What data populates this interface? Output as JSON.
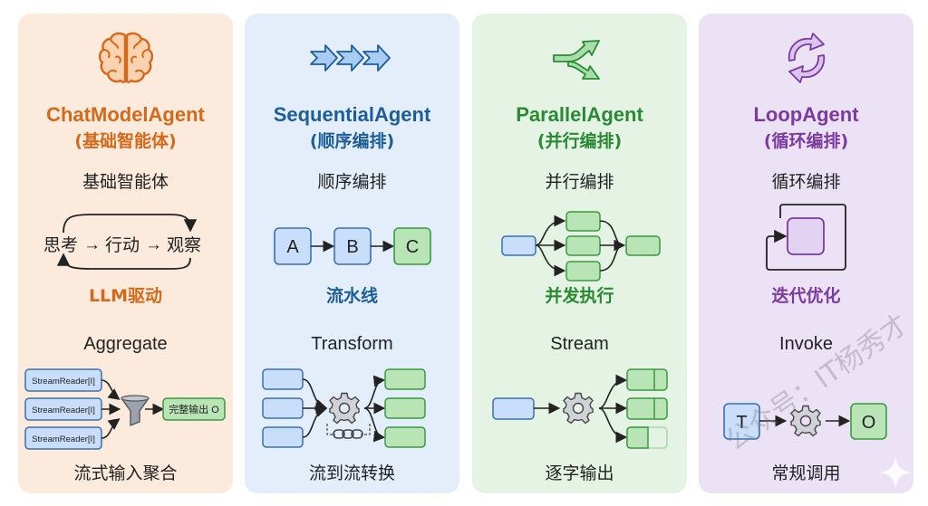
{
  "cards": [
    {
      "id": "chatmodel",
      "icon": "brain-icon",
      "title": "ChatModelAgent",
      "subtitle_cn": "(基础智能体)",
      "mode_name": "基础智能体",
      "diagram": {
        "steps": [
          "思考",
          "行动",
          "观察"
        ],
        "arrow": "→"
      },
      "feature": "LLM驱动",
      "stream_mode": "Aggregate",
      "stream_diagram": {
        "inputs": [
          "StreamReader[I]",
          "StreamReader[I]",
          "StreamReader[I]"
        ],
        "output": "完整输出 O"
      },
      "stream_desc": "流式输入聚合",
      "accent": "#d4691a"
    },
    {
      "id": "sequential",
      "icon": "sequential-arrows-icon",
      "title": "SequentialAgent",
      "subtitle_cn": "(顺序编排)",
      "mode_name": "顺序编排",
      "diagram": {
        "nodes": [
          "A",
          "B",
          "C"
        ]
      },
      "feature": "流水线",
      "stream_mode": "Transform",
      "stream_desc": "流到流转换",
      "accent": "#1d5d98"
    },
    {
      "id": "parallel",
      "icon": "split-arrows-icon",
      "title": "ParallelAgent",
      "subtitle_cn": "(并行编排)",
      "mode_name": "并行编排",
      "feature": "并发执行",
      "stream_mode": "Stream",
      "stream_desc": "逐字输出",
      "accent": "#2a8a34"
    },
    {
      "id": "loop",
      "icon": "loop-arrows-icon",
      "title": "LoopAgent",
      "subtitle_cn": "(循环编排)",
      "mode_name": "循环编排",
      "feature": "迭代优化",
      "stream_mode": "Invoke",
      "stream_diagram": {
        "input": "T",
        "output": "O"
      },
      "stream_desc": "常规调用",
      "accent": "#7b3aa0"
    }
  ],
  "colors": {
    "input_fill": "#c9defa",
    "input_stroke": "#3a70b0",
    "output_fill": "#b9e4b6",
    "output_stroke": "#3a9a3e",
    "loop_fill": "#e3d3f3",
    "loop_stroke": "#7b3aa0"
  },
  "watermark": "公众号：IT杨秀才"
}
